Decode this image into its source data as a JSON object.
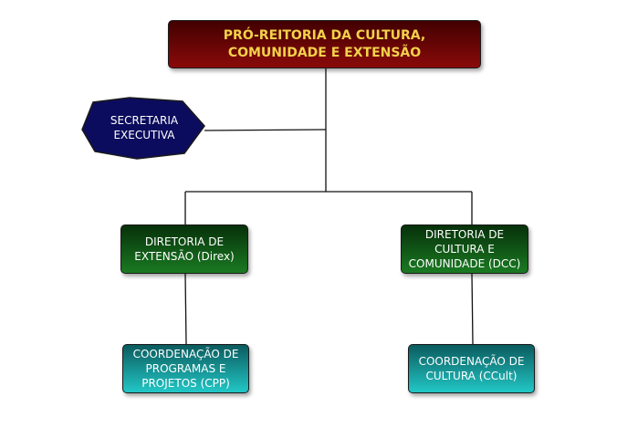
{
  "nodes": {
    "top": "PRÓ-REITORIA DA CULTURA,\nCOMUNIDADE E EXTENSÃO",
    "secretaria": "SECRETARIA\nEXECUTIVA",
    "direx": "DIRETORIA DE\nEXTENSÃO (Direx)",
    "dcc": "DIRETORIA DE\nCULTURA E\nCOMUNIDADE (DCC)",
    "cpp": "COORDENAÇÃO DE\nPROGRAMAS E\nPROJETOS (CPP)",
    "ccult": "COORDENAÇÃO DE\nCULTURA (CCult)"
  },
  "colors": {
    "top_fill": "#6b0505",
    "top_text": "#f3d14a",
    "secretaria_fill": "#0c0c5e",
    "diretoria_fill": "#166b1c",
    "coordenacao_fill": "#1fb4b5",
    "connector": "#111111"
  }
}
